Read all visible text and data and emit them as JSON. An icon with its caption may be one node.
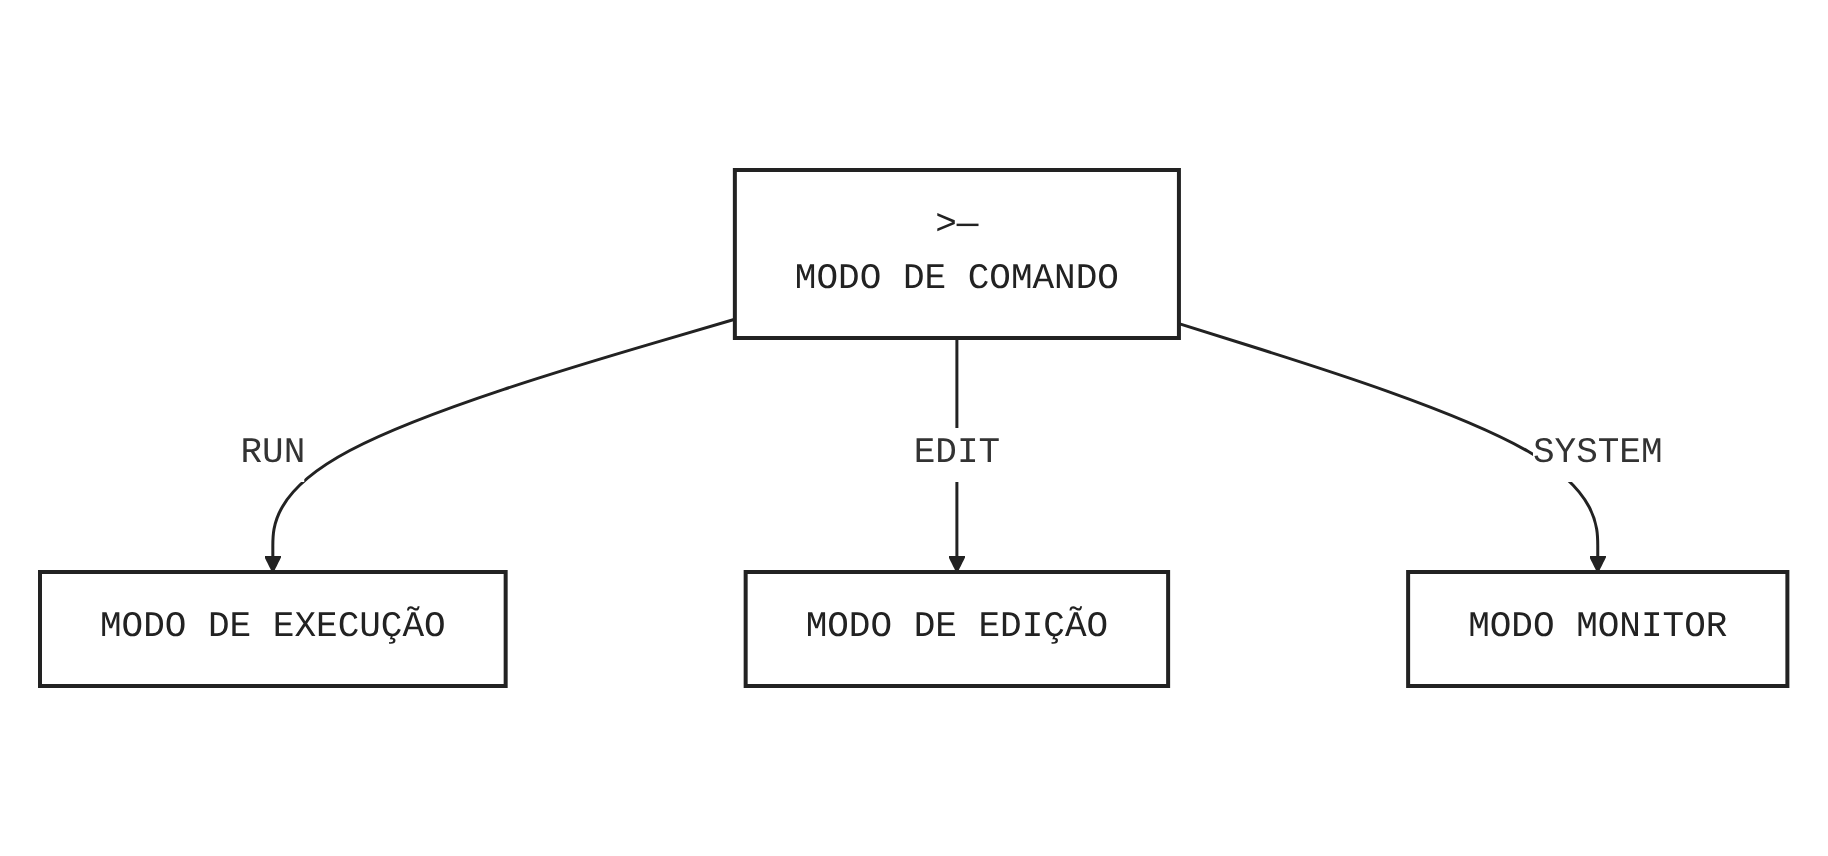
{
  "diagram": {
    "nodes": [
      {
        "text": [
          ">—",
          "MODO DE COMANDO"
        ]
      },
      {
        "text": [
          "MODO DE EXECUÇÃO"
        ]
      },
      {
        "text": [
          "MODO DE EDIÇÃO"
        ]
      },
      {
        "text": [
          "MODO MONITOR"
        ]
      }
    ],
    "edges": [
      {
        "from": 0,
        "to": 1,
        "arrow": "to",
        "label": "RUN"
      },
      {
        "from": 0,
        "to": 2,
        "arrow": "to",
        "label": "EDIT"
      },
      {
        "from": 0,
        "to": 3,
        "arrow": "to",
        "label": "SYSTEM"
      }
    ]
  }
}
